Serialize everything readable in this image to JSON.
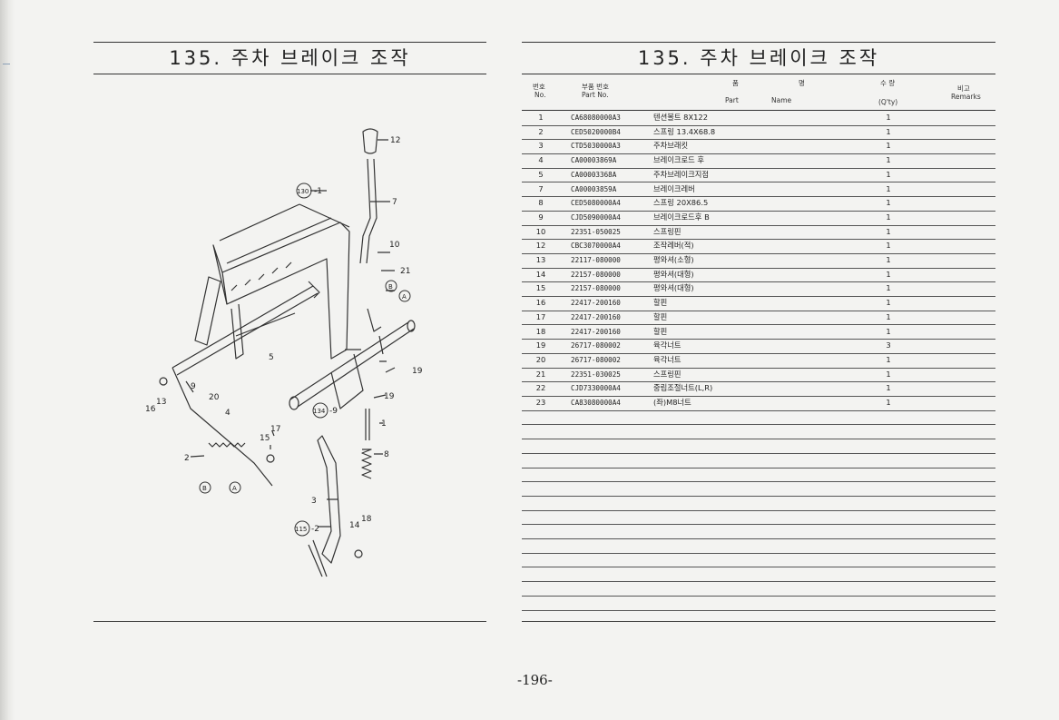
{
  "left_panel": {
    "title": "135. 주차 브레이크 조작"
  },
  "right_panel": {
    "title": "135. 주차 브레이크 조작"
  },
  "table_header": {
    "no_kr": "번호",
    "no_en": "No.",
    "part_kr": "부품 번호",
    "part_en": "Part No.",
    "name_kr_1": "품",
    "name_kr_2": "명",
    "name_en_1": "Part",
    "name_en_2": "Name",
    "qty_kr": "수 량",
    "qty_en": "(Q'ty)",
    "remarks_kr": "비고",
    "remarks_en": "Remarks"
  },
  "parts": [
    {
      "no": "1",
      "part": "CA68080000A3",
      "name": "텐션볼트 8X122",
      "qty": "1"
    },
    {
      "no": "2",
      "part": "CED5020000B4",
      "name": "스프링 13.4X68.8",
      "qty": "1"
    },
    {
      "no": "3",
      "part": "CTD5030000A3",
      "name": "주차브래킷",
      "qty": "1"
    },
    {
      "no": "4",
      "part": "CA00003869A",
      "name": "브레이크로드 후",
      "qty": "1"
    },
    {
      "no": "5",
      "part": "CA00003368A",
      "name": "주차브레이크지점",
      "qty": "1"
    },
    {
      "no": "7",
      "part": "CA00003859A",
      "name": "브레이크레버",
      "qty": "1"
    },
    {
      "no": "8",
      "part": "CED5080000A4",
      "name": "스프링 20X86.5",
      "qty": "1"
    },
    {
      "no": "9",
      "part": "CJD5090000A4",
      "name": "브레이크로드후 B",
      "qty": "1"
    },
    {
      "no": "10",
      "part": "22351-050025",
      "name": "스프링핀",
      "qty": "1"
    },
    {
      "no": "12",
      "part": "CBC3070000A4",
      "name": "조작레버(적)",
      "qty": "1"
    },
    {
      "no": "13",
      "part": "22117-080000",
      "name": "평와셔(소형)",
      "qty": "1"
    },
    {
      "no": "14",
      "part": "22157-080000",
      "name": "평와셔(대형)",
      "qty": "1"
    },
    {
      "no": "15",
      "part": "22157-080000",
      "name": "평와셔(대형)",
      "qty": "1"
    },
    {
      "no": "16",
      "part": "22417-200160",
      "name": "할핀",
      "qty": "1"
    },
    {
      "no": "17",
      "part": "22417-200160",
      "name": "할핀",
      "qty": "1"
    },
    {
      "no": "18",
      "part": "22417-200160",
      "name": "할핀",
      "qty": "1"
    },
    {
      "no": "19",
      "part": "26717-080002",
      "name": "육각너트",
      "qty": "3"
    },
    {
      "no": "20",
      "part": "26717-080002",
      "name": "육각너트",
      "qty": "1"
    },
    {
      "no": "21",
      "part": "22351-030025",
      "name": "스프링핀",
      "qty": "1"
    },
    {
      "no": "22",
      "part": "CJD7330000A4",
      "name": "중립조절너트(L,R)",
      "qty": "1"
    },
    {
      "no": "23",
      "part": "CA83080000A4",
      "name": "(좌)M8너트",
      "qty": "1"
    }
  ],
  "diagram_labels": {
    "l12": "12",
    "l130": "130",
    "l1a": "-1",
    "l7": "7",
    "l10": "10",
    "l21": "21",
    "lB": "B",
    "lA": "A",
    "l5": "5",
    "l19a": "19",
    "l9": "9",
    "l13": "13",
    "l16": "16",
    "l20": "20",
    "l134": "134",
    "l9b": "-9",
    "l19b": "19",
    "l4": "4",
    "l1b": "1",
    "l17": "17",
    "l15": "15",
    "l8": "8",
    "l2": "2",
    "lB2": "B",
    "lA2": "A",
    "l3": "3",
    "l18": "18",
    "l115": "115",
    "l2b": "-2",
    "l14": "14"
  },
  "page_number": "-196-"
}
